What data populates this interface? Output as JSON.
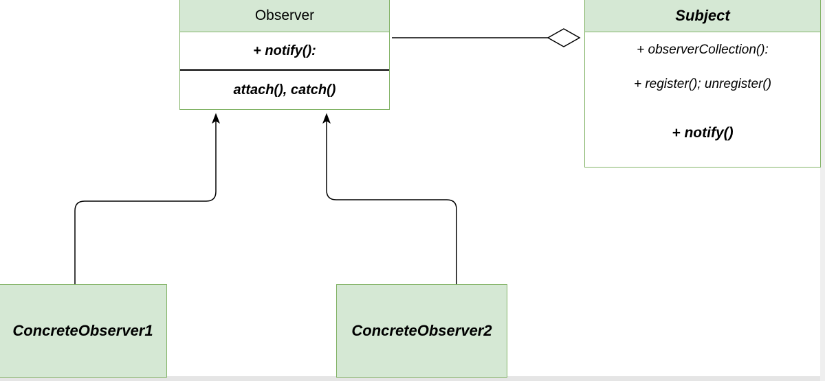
{
  "observer": {
    "name": "Observer",
    "operation": "+ notify():",
    "methods": "attach(), catch()"
  },
  "subject": {
    "name": "Subject",
    "members": [
      "+ observerCollection():",
      "+ register(); unregister()",
      "+ notify()"
    ]
  },
  "concrete_observers": [
    "ConcreteObserver1",
    "ConcreteObserver2"
  ],
  "colors": {
    "class_fill": "#d5e8d4",
    "class_border": "#82b366",
    "connector": "#000000",
    "background": "#ffffff"
  }
}
